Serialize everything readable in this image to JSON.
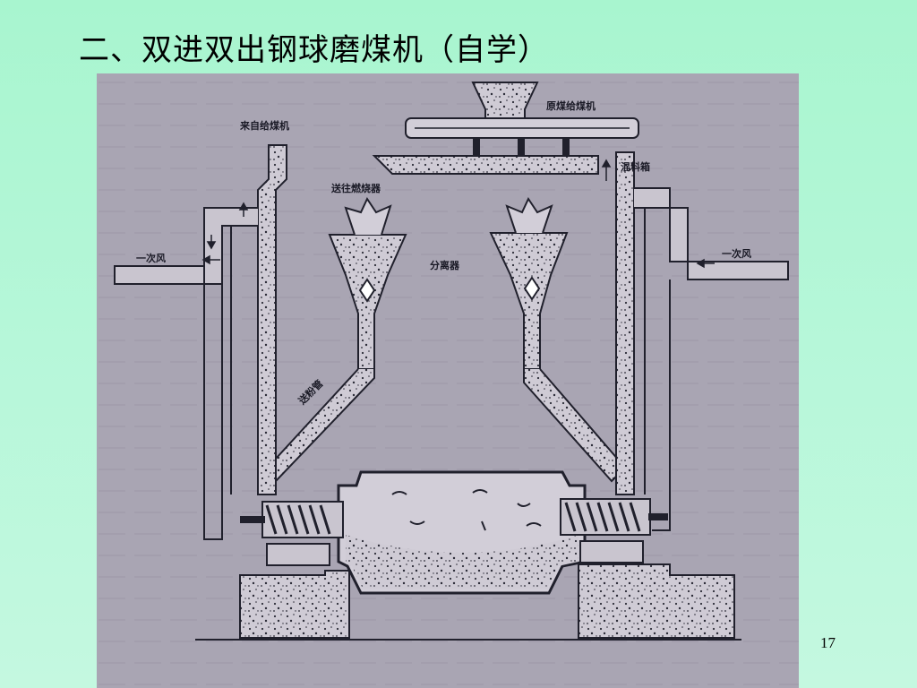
{
  "slide": {
    "title": "二、双进双出钢球磨煤机（自学）",
    "page_number": "17"
  },
  "diagram": {
    "labels": {
      "from_feeder": "来自给煤机",
      "raw_coal_feeder": "原煤给煤机",
      "mixing_box": "混料箱",
      "to_burner": "送往燃烧器",
      "primary_air_left": "一次风",
      "primary_air_right": "一次风",
      "separator": "分离器",
      "powder_pipe": "送粉管"
    },
    "colors": {
      "paper": "#a9a5b3",
      "ink": "#20202c",
      "fill": "#c9c5cf"
    }
  }
}
